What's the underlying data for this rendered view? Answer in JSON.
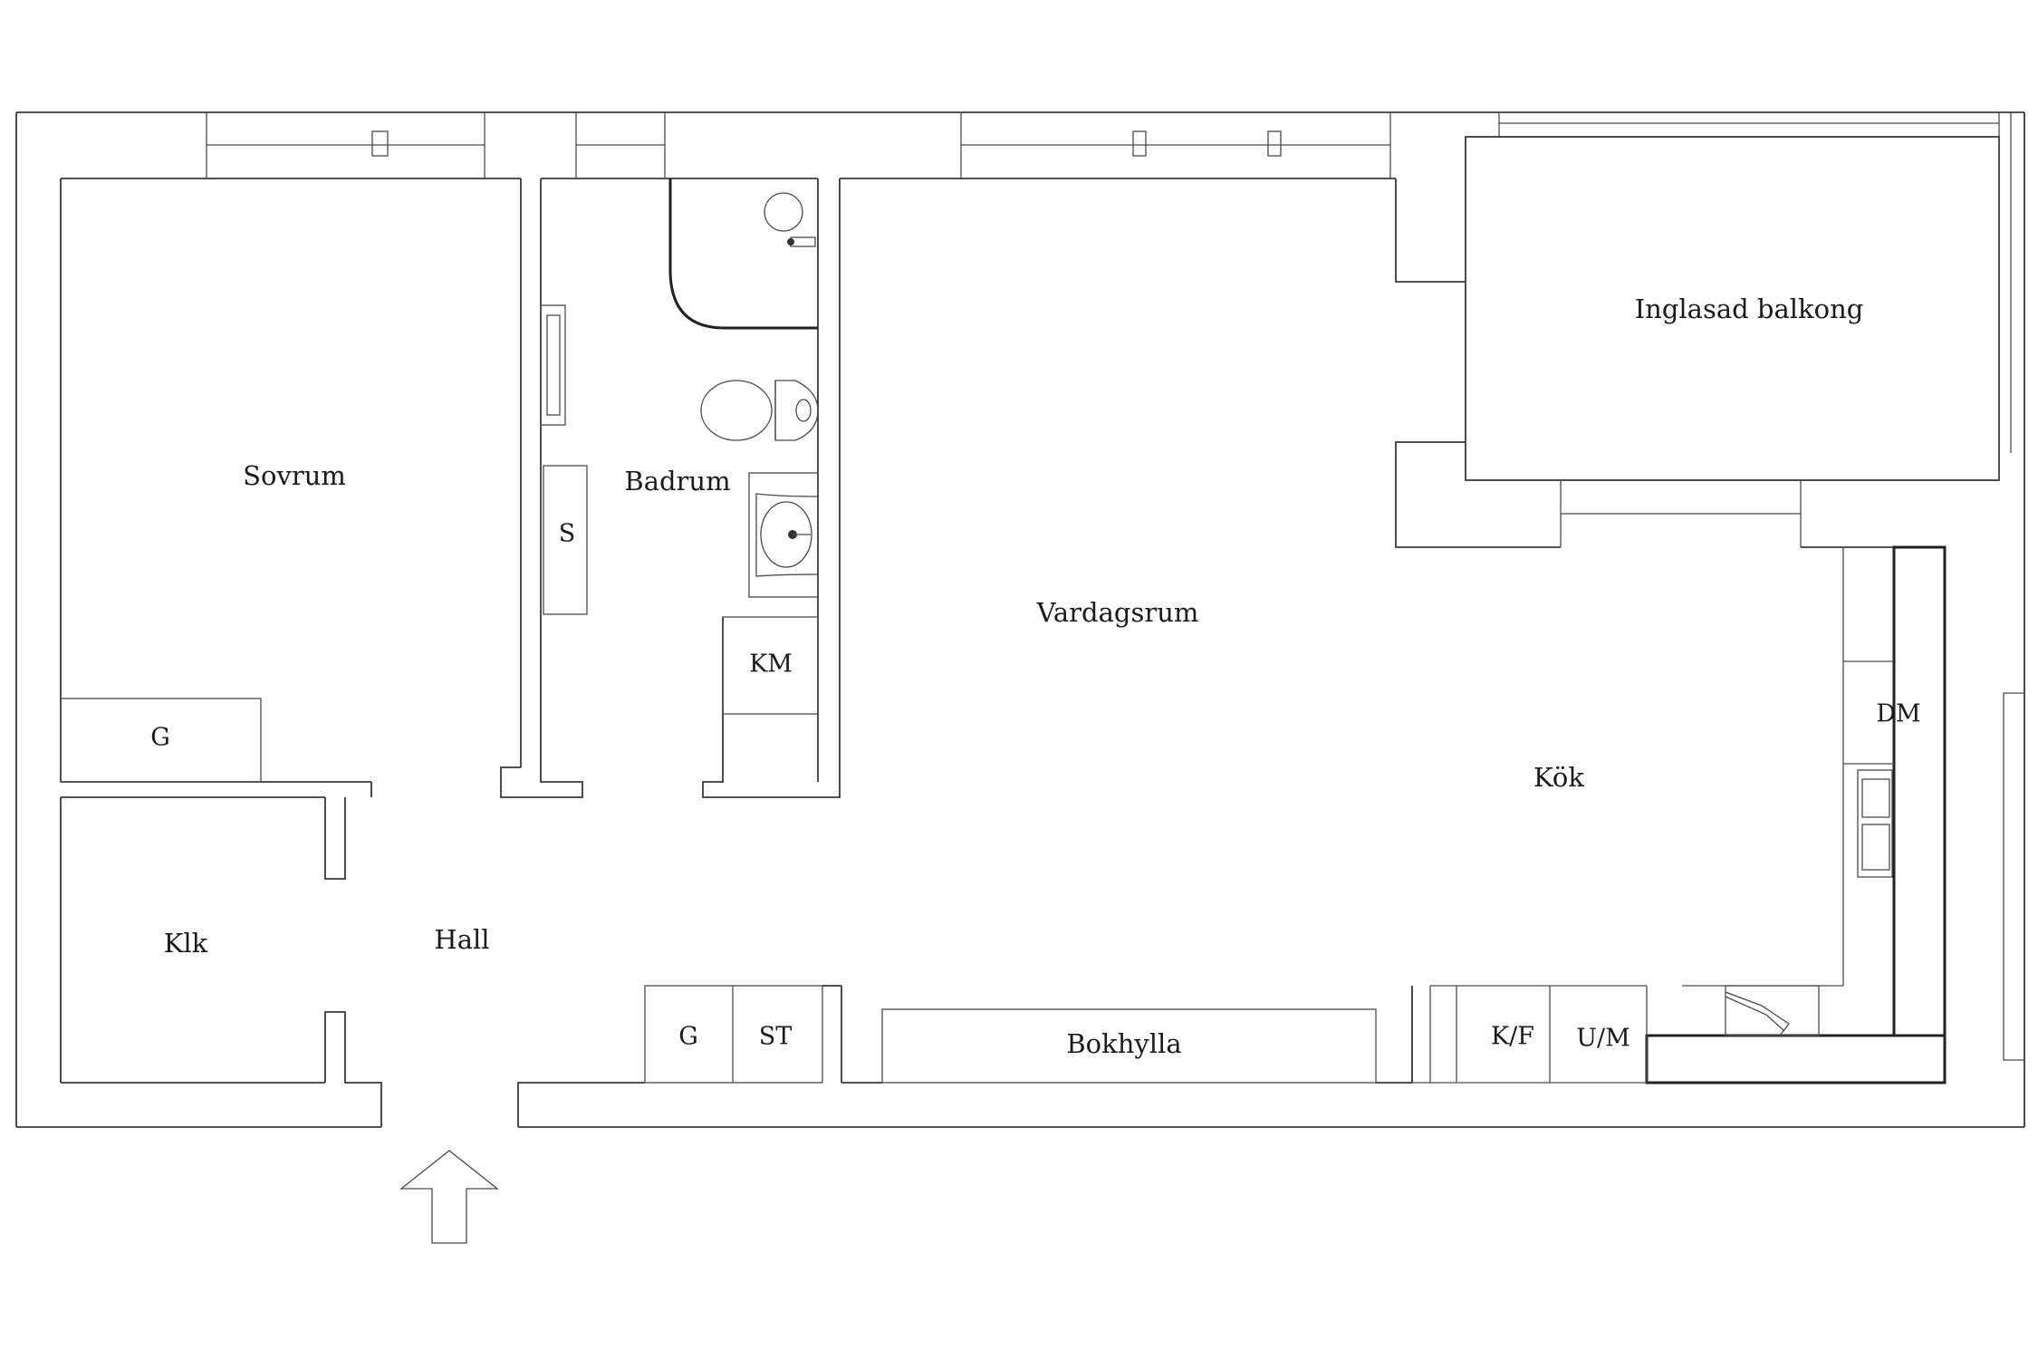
{
  "floorplan": {
    "rooms": {
      "sovrum": "Sovrum",
      "badrum": "Badrum",
      "vardagsrum": "Vardagsrum",
      "inglasad_balkong": "Inglasad balkong",
      "kok": "Kök",
      "hall": "Hall",
      "klk": "Klk"
    },
    "fixtures": {
      "s": "S",
      "km": "KM",
      "g_bedroom": "G",
      "g_hall": "G",
      "st": "ST",
      "bokhylla": "Bokhylla",
      "kf": "K/F",
      "um": "U/M",
      "dm": "DM"
    },
    "entrance_icon": "arrow-up-icon",
    "colors": {
      "line": "#3a3a3a",
      "background": "#ffffff"
    }
  }
}
